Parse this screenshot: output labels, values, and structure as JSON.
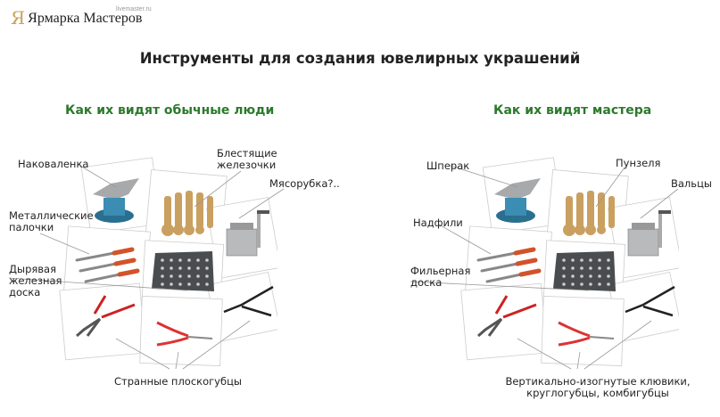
{
  "logo": {
    "name": "Ярмарка Мастеров",
    "domain": "livemaster.ru",
    "mark": "Я"
  },
  "title": "Инструменты для создания ювелирных украшений",
  "left": {
    "heading": "Как их видят обычные люди",
    "labels": {
      "anvil": "Наковаленка",
      "punches": "Блестящие железочки",
      "mill": "Мясорубка?..",
      "files": "Металлические палочки",
      "plate": "Дырявая железная доска",
      "pliers": "Странные плоскогубцы"
    }
  },
  "right": {
    "heading": "Как их видят мастера",
    "labels": {
      "anvil": "Шперак",
      "punches": "Пунзеля",
      "mill": "Вальцы",
      "files": "Надфили",
      "plate": "Фильерная доска",
      "pliers": "Вертикально-изогнутые клювики, круглогубцы, комбигубцы"
    }
  },
  "colors": {
    "heading_green": "#2c7a2c",
    "logo_gold": "#c9a25a"
  }
}
